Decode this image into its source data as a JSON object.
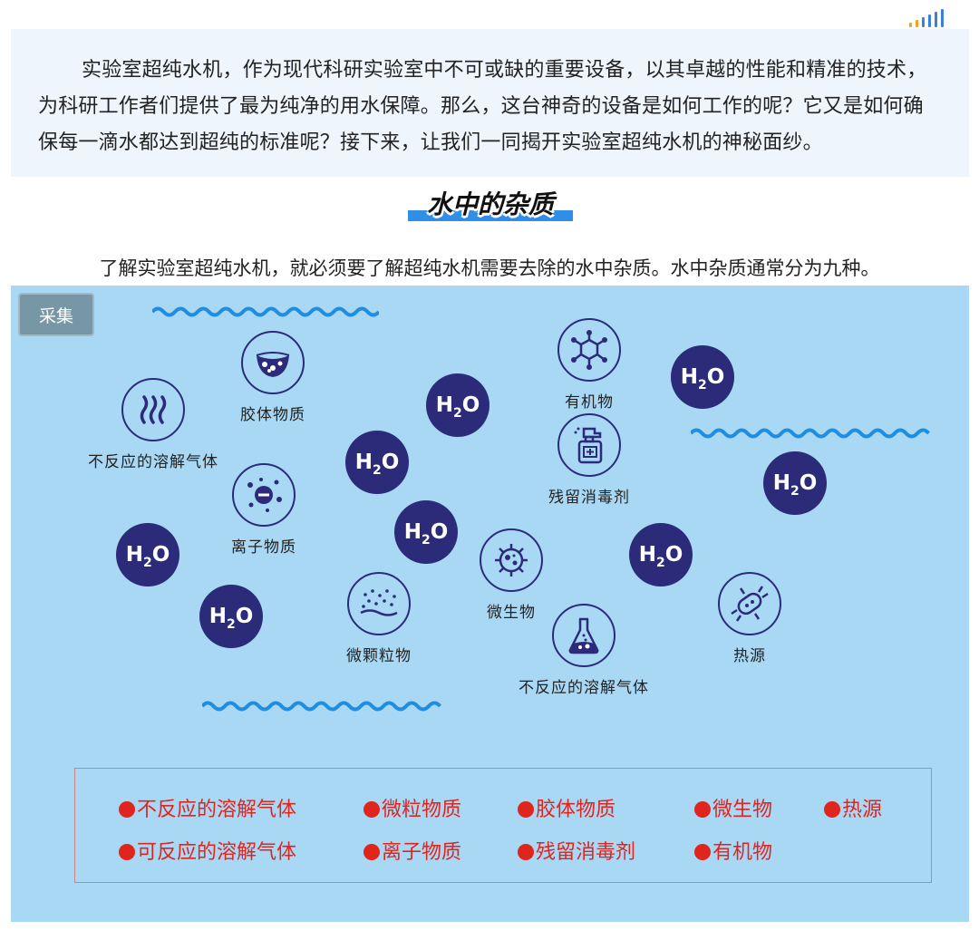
{
  "intro": {
    "text": "实验室超纯水机，作为现代科研实验室中不可或缺的重要设备，以其卓越的性能和精准的技术，为科研工作者们提供了最为纯净的用水保障。那么，这台神奇的设备是如何工作的呢？它又是如何确保每一滴水都达到超纯的标准呢？接下来，让我们一同揭开实验室超纯水机的神秘面纱。"
  },
  "section": {
    "title": "水中的杂质"
  },
  "lead": {
    "text": "了解实验室超纯水机，就必须要了解超纯水机需要去除的水中杂质。水中杂质通常分为九种。"
  },
  "panel": {
    "collect_label": "采集",
    "water_label": {
      "main": "H",
      "sub": "2",
      "end": "O"
    },
    "impurities": [
      {
        "label": "胶体物质",
        "icon": "colloid-icon"
      },
      {
        "label": "不反应的溶解气体",
        "icon": "steam-icon"
      },
      {
        "label": "离子物质",
        "icon": "ion-icon"
      },
      {
        "label": "微颗粒物",
        "icon": "particle-icon"
      },
      {
        "label": "有机物",
        "icon": "molecule-icon"
      },
      {
        "label": "残留消毒剂",
        "icon": "spray-bottle-icon"
      },
      {
        "label": "微生物",
        "icon": "microbe-icon"
      },
      {
        "label": "不反应的溶解气体",
        "icon": "flask-icon"
      },
      {
        "label": "热源",
        "icon": "bacteria-icon"
      }
    ],
    "legend": [
      "不反应的溶解气体",
      "微粒物质",
      "胶体物质",
      "微生物",
      "热源",
      "可反应的溶解气体",
      "离子物质",
      "残留消毒剂",
      "有机物"
    ]
  },
  "colors": {
    "panel_bg": "#a9d8f5",
    "h2o_fill": "#2b2b7a",
    "wave": "#1f8ee0",
    "legend_red": "#e0241e",
    "title_bar": "#2f8fe8"
  }
}
